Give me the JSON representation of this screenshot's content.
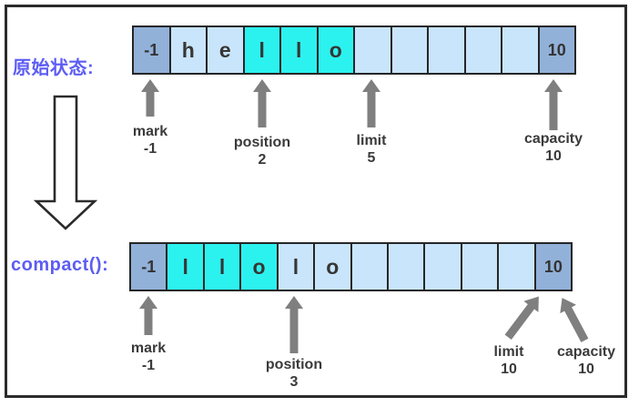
{
  "colors": {
    "accent_title": "#5d5df4",
    "cell_header_bg": "#92b1d9",
    "cell_light_bg": "#c9e5fb",
    "cell_highlight_bg": "#2cf2ef",
    "arrow_gray": "#7f7f7f",
    "border_dark": "#2b2b2b",
    "label_text": "#3a3a3a"
  },
  "stage1": {
    "label": "原始状态:",
    "cells": [
      "-1",
      "h",
      "e",
      "l",
      "l",
      "o",
      "",
      "",
      "",
      "",
      "",
      "10"
    ],
    "pointers": {
      "mark": {
        "name": "mark",
        "value": "-1"
      },
      "position": {
        "name": "position",
        "value": "2"
      },
      "limit": {
        "name": "limit",
        "value": "5"
      },
      "capacity": {
        "name": "capacity",
        "value": "10"
      }
    }
  },
  "stage2": {
    "label": "compact():",
    "cells": [
      "-1",
      "l",
      "l",
      "o",
      "l",
      "o",
      "",
      "",
      "",
      "",
      "",
      "10"
    ],
    "pointers": {
      "mark": {
        "name": "mark",
        "value": "-1"
      },
      "position": {
        "name": "position",
        "value": "3"
      },
      "limit": {
        "name": "limit",
        "value": "10"
      },
      "capacity": {
        "name": "capacity",
        "value": "10"
      }
    }
  }
}
